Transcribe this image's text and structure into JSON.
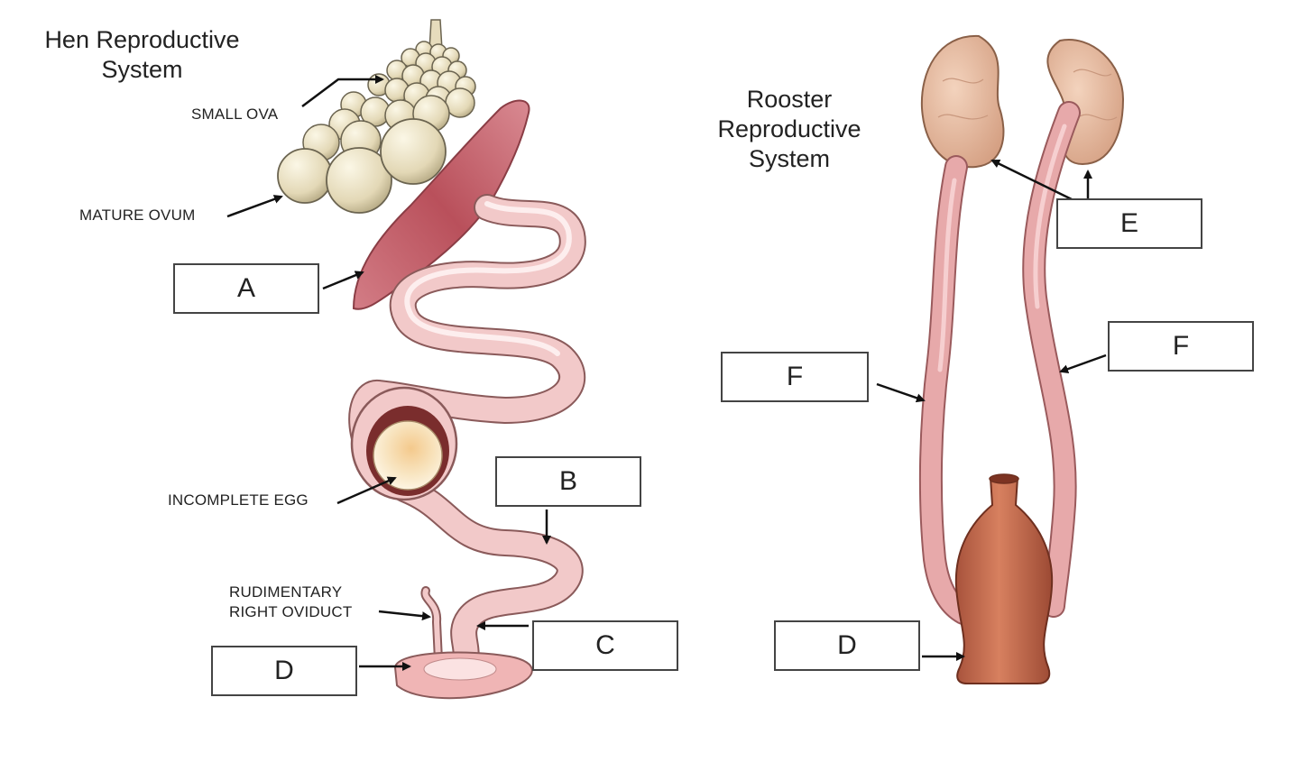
{
  "hen": {
    "title_line1": "Hen Reproductive",
    "title_line2": "System",
    "captions": {
      "small_ova": "SMALL OVA",
      "mature_ovum": "MATURE OVUM",
      "incomplete_egg": "INCOMPLETE EGG",
      "rudimentary_line1": "RUDIMENTARY",
      "rudimentary_line2": "RIGHT OVIDUCT"
    },
    "boxes": {
      "a": "A",
      "b": "B",
      "c": "C",
      "d": "D"
    }
  },
  "rooster": {
    "title_line1": "Rooster",
    "title_line2": "Reproductive",
    "title_line3": "System",
    "boxes": {
      "e": "E",
      "f_left": "F",
      "f_right": "F",
      "d": "D"
    }
  },
  "colors": {
    "ova": "#e6dcbc",
    "ovum_outline": "#6b6450",
    "infundibulum": "#c8626a",
    "oviduct": "#f2c9c9",
    "oviduct_outline": "#8a5a5a",
    "egg": "#f7e3b8",
    "testis": "#e4b99c",
    "vas_deferens": "#e7a9aa",
    "cloaca": "#c8684c"
  }
}
